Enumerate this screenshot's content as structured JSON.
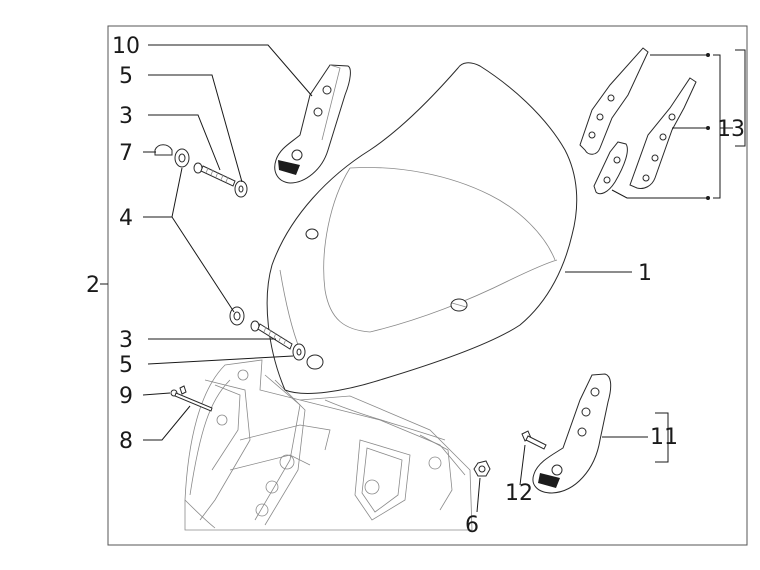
{
  "labels": {
    "l1": "1",
    "l2": "2",
    "l3a": "3",
    "l3b": "3",
    "l4": "4",
    "l5a": "5",
    "l5b": "5",
    "l6": "6",
    "l7": "7",
    "l8": "8",
    "l9": "9",
    "l10": "10",
    "l11": "11",
    "l12": "12",
    "l13": "13"
  }
}
